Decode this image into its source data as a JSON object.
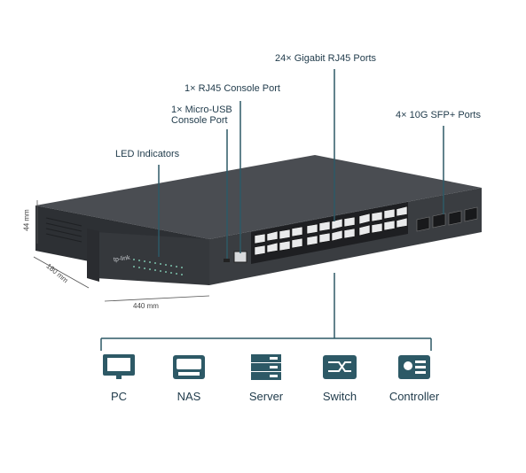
{
  "callouts": {
    "rj45_ports": "24× Gigabit RJ45 Ports",
    "rj45_console": "1× RJ45 Console Port",
    "usb_console_line1": "1× Micro-USB",
    "usb_console_line2": "Console Port",
    "sfp_ports": "4× 10G SFP+ Ports",
    "led_indicators": "LED Indicators"
  },
  "dimensions": {
    "height": "44 mm",
    "depth": "180 mm",
    "width": "440 mm"
  },
  "brand_text": "tp-link",
  "devices": [
    {
      "label": "PC",
      "icon": "monitor-icon"
    },
    {
      "label": "NAS",
      "icon": "nas-icon"
    },
    {
      "label": "Server",
      "icon": "server-icon"
    },
    {
      "label": "Switch",
      "icon": "switch-icon"
    },
    {
      "label": "Controller",
      "icon": "controller-icon"
    }
  ],
  "colors": {
    "accent": "#2d5966",
    "chassis": "#3a3d41"
  }
}
